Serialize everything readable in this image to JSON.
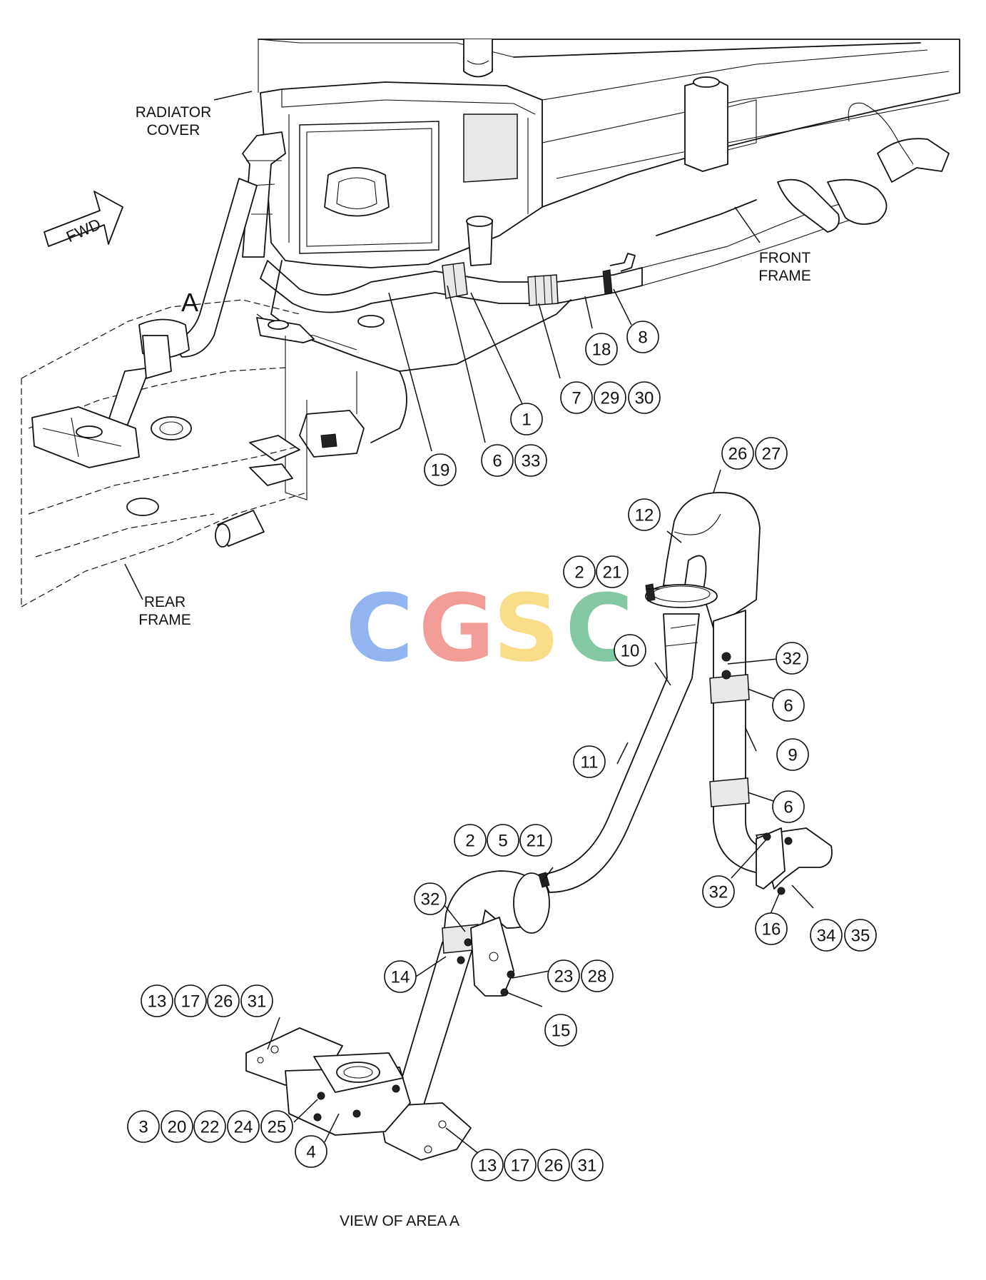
{
  "labels": {
    "radiator_cover": [
      "RADIATOR",
      "COVER"
    ],
    "front_frame": [
      "FRONT",
      "FRAME"
    ],
    "rear_frame": [
      "REAR",
      "FRAME"
    ],
    "fwd": "FWD",
    "area_marker": "A",
    "view_caption": "VIEW OF AREA A"
  },
  "watermark": {
    "letters": [
      "C",
      "G",
      "S",
      "C"
    ],
    "colors": [
      "#7fa9f0",
      "#f08b86",
      "#f7d774",
      "#6fbf93"
    ]
  },
  "callouts": [
    [
      "18"
    ],
    [
      "8"
    ],
    [
      "7"
    ],
    [
      "29"
    ],
    [
      "30"
    ],
    [
      "1"
    ],
    [
      "19"
    ],
    [
      "6"
    ],
    [
      "33"
    ],
    [
      "26"
    ],
    [
      "27"
    ],
    [
      "12"
    ],
    [
      "2"
    ],
    [
      "21"
    ],
    [
      "10"
    ],
    [
      "32"
    ],
    [
      "6"
    ],
    [
      "9"
    ],
    [
      "11"
    ],
    [
      "6"
    ],
    [
      "2"
    ],
    [
      "5"
    ],
    [
      "21"
    ],
    [
      "32"
    ],
    [
      "32"
    ],
    [
      "16"
    ],
    [
      "34"
    ],
    [
      "35"
    ],
    [
      "14"
    ],
    [
      "23"
    ],
    [
      "28"
    ],
    [
      "15"
    ],
    [
      "13"
    ],
    [
      "17"
    ],
    [
      "26"
    ],
    [
      "31"
    ],
    [
      "3"
    ],
    [
      "20"
    ],
    [
      "22"
    ],
    [
      "24"
    ],
    [
      "25"
    ],
    [
      "4"
    ],
    [
      "13"
    ],
    [
      "17"
    ],
    [
      "26"
    ],
    [
      "31"
    ]
  ]
}
